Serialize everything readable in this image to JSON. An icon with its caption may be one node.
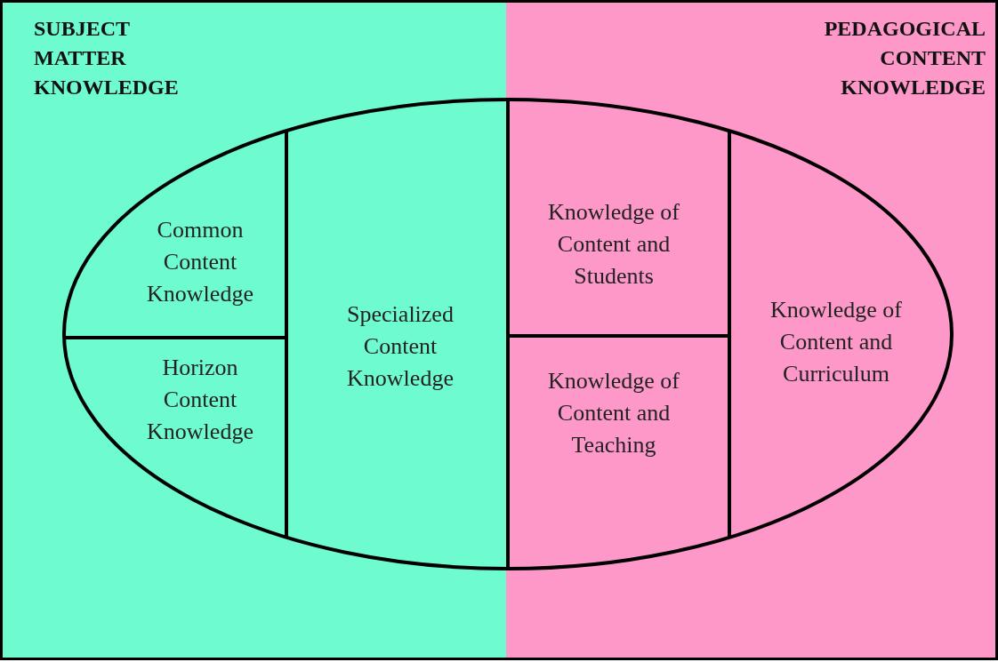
{
  "diagram": {
    "nodes": [
      {
        "text": [
          "SUBJECT MATTER KNOWLEDGE"
        ]
      },
      {
        "text": [
          "PEDAGOGICAL CONTENT KNOWLEDGE"
        ]
      },
      {
        "text": [
          "Common Content Knowledge"
        ],
        "in": 0
      },
      {
        "text": [
          "Horizon Content Knowledge"
        ],
        "in": 0
      },
      {
        "text": [
          "Specialized Content Knowledge"
        ],
        "in": 0
      },
      {
        "text": [
          "Knowledge of Content and Students"
        ],
        "in": 1
      },
      {
        "text": [
          "Knowledge of Content and Teaching"
        ],
        "in": 1
      },
      {
        "text": [
          "Knowledge of Content and Curriculum"
        ],
        "in": 1
      }
    ],
    "edges": []
  }
}
